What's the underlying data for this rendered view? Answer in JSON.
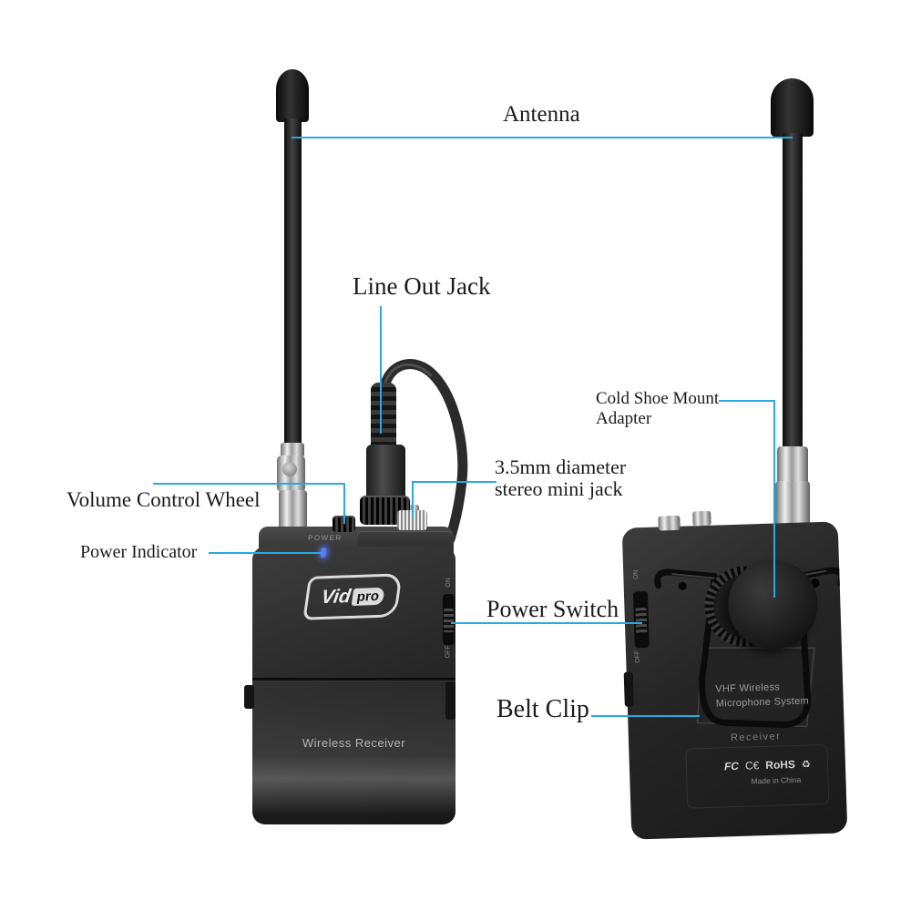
{
  "page": {
    "background": "#ffffff",
    "leader_line_color": "#29a9e0"
  },
  "callouts": {
    "antenna": {
      "label": "Antenna"
    },
    "line_out_jack": {
      "label": "Line Out Jack"
    },
    "cold_shoe": {
      "label_line1": "Cold Shoe Mount",
      "label_line2": "Adapter"
    },
    "volume_control": {
      "label": "Volume Control Wheel"
    },
    "power_indicator": {
      "label": "Power Indicator"
    },
    "stereo_mini_jack": {
      "label_line1": "3.5mm diameter",
      "label_line2": "stereo mini jack"
    },
    "power_switch": {
      "label": "Power Switch"
    },
    "belt_clip": {
      "label": "Belt Clip"
    }
  },
  "front_device": {
    "brand_vid": "Vid",
    "brand_pro": "pro",
    "power_label": "POWER",
    "body_label": "Wireless Receiver",
    "switch_on": "ON",
    "switch_off": "OFF",
    "led_color": "#5b7bf5"
  },
  "back_device": {
    "plate_line1": "VHF Wireless",
    "plate_line2": "Microphone System",
    "receiver_label": "Receiver",
    "switch_on": "ON",
    "switch_off": "OFF",
    "certs": {
      "fcc": "FC",
      "ce": "C€",
      "rohs": "RoHS",
      "recycle": "♻"
    },
    "made_in": "Made in China"
  }
}
